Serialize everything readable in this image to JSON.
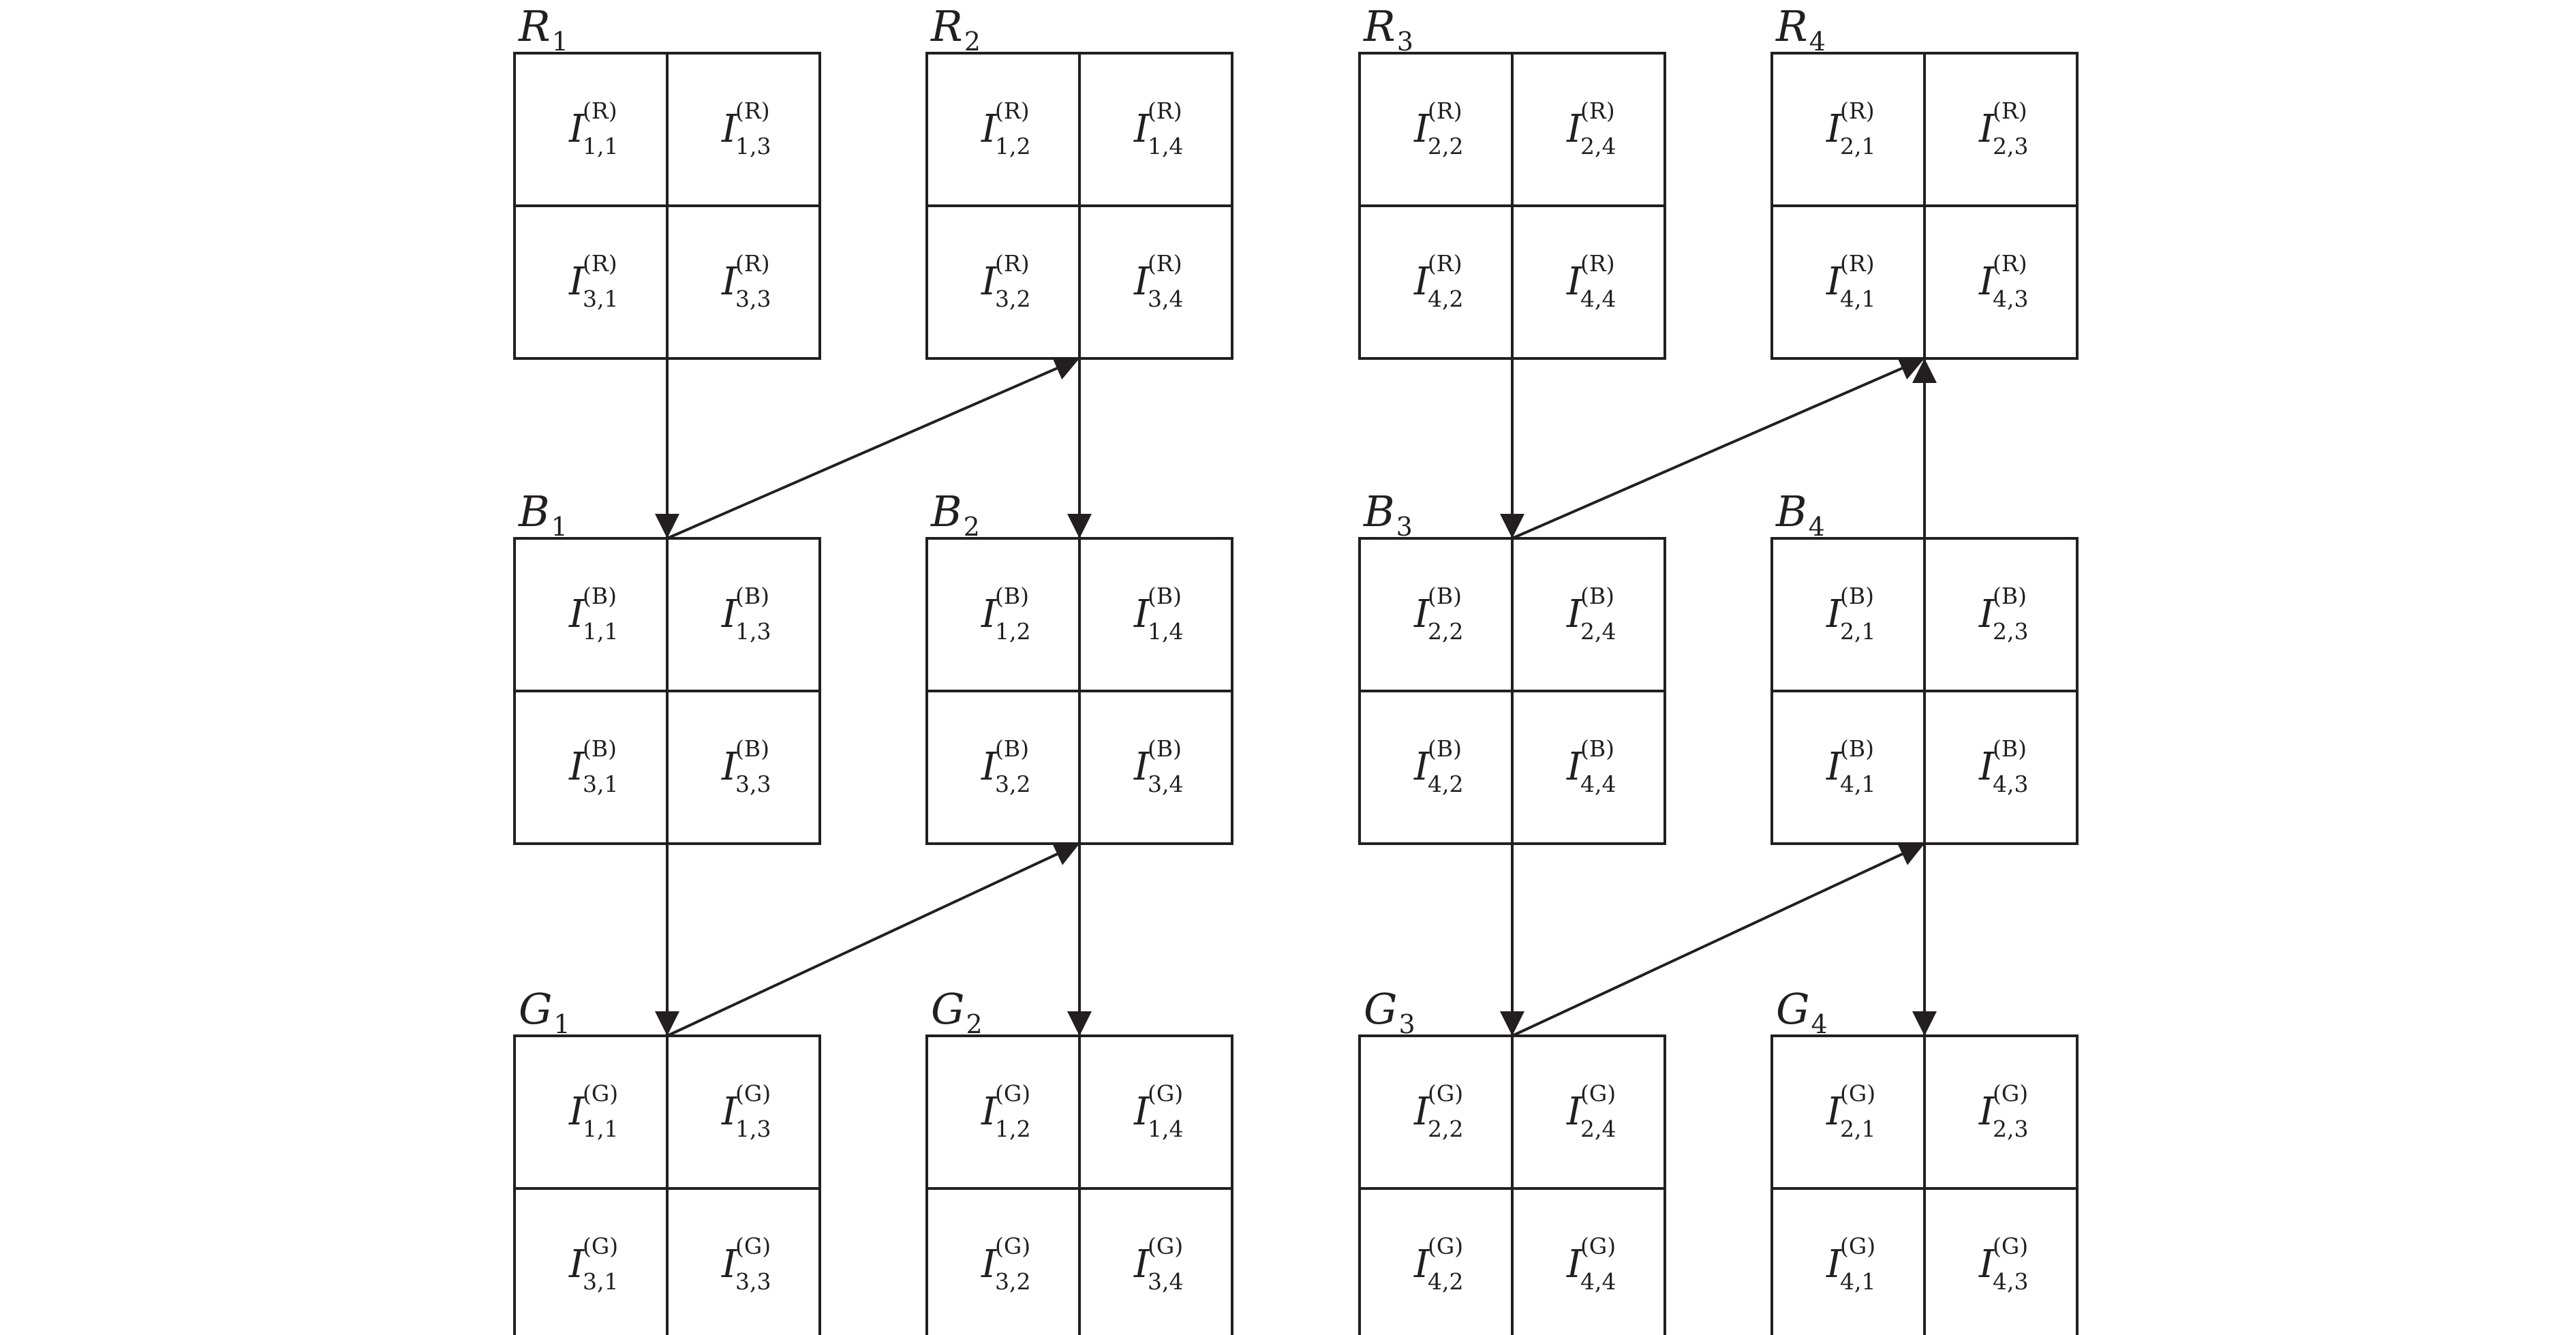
{
  "colors": {
    "ink": "#231f20",
    "background": "#ffffff"
  },
  "blocks": [
    {
      "id": "R1",
      "letter": "R",
      "sub": "1",
      "channel": "R",
      "cells": [
        {
          "i": "1,1",
          "sup": "(R)"
        },
        {
          "i": "1,3",
          "sup": "(R)"
        },
        {
          "i": "3,1",
          "sup": "(R)"
        },
        {
          "i": "3,3",
          "sup": "(R)"
        }
      ]
    },
    {
      "id": "R2",
      "letter": "R",
      "sub": "2",
      "channel": "R",
      "cells": [
        {
          "i": "1,2",
          "sup": "(R)"
        },
        {
          "i": "1,4",
          "sup": "(R)"
        },
        {
          "i": "3,2",
          "sup": "(R)"
        },
        {
          "i": "3,4",
          "sup": "(R)"
        }
      ]
    },
    {
      "id": "R3",
      "letter": "R",
      "sub": "3",
      "channel": "R",
      "cells": [
        {
          "i": "2,2",
          "sup": "(R)"
        },
        {
          "i": "2,4",
          "sup": "(R)"
        },
        {
          "i": "4,2",
          "sup": "(R)"
        },
        {
          "i": "4,4",
          "sup": "(R)"
        }
      ]
    },
    {
      "id": "R4",
      "letter": "R",
      "sub": "4",
      "channel": "R",
      "cells": [
        {
          "i": "2,1",
          "sup": "(R)"
        },
        {
          "i": "2,3",
          "sup": "(R)"
        },
        {
          "i": "4,1",
          "sup": "(R)"
        },
        {
          "i": "4,3",
          "sup": "(R)"
        }
      ]
    },
    {
      "id": "B1",
      "letter": "B",
      "sub": "1",
      "channel": "B",
      "cells": [
        {
          "i": "1,1",
          "sup": "(B)"
        },
        {
          "i": "1,3",
          "sup": "(B)"
        },
        {
          "i": "3,1",
          "sup": "(B)"
        },
        {
          "i": "3,3",
          "sup": "(B)"
        }
      ]
    },
    {
      "id": "B2",
      "letter": "B",
      "sub": "2",
      "channel": "B",
      "cells": [
        {
          "i": "1,2",
          "sup": "(B)"
        },
        {
          "i": "1,4",
          "sup": "(B)"
        },
        {
          "i": "3,2",
          "sup": "(B)"
        },
        {
          "i": "3,4",
          "sup": "(B)"
        }
      ]
    },
    {
      "id": "B3",
      "letter": "B",
      "sub": "3",
      "channel": "B",
      "cells": [
        {
          "i": "2,2",
          "sup": "(B)"
        },
        {
          "i": "2,4",
          "sup": "(B)"
        },
        {
          "i": "4,2",
          "sup": "(B)"
        },
        {
          "i": "4,4",
          "sup": "(B)"
        }
      ]
    },
    {
      "id": "B4",
      "letter": "B",
      "sub": "4",
      "channel": "B",
      "cells": [
        {
          "i": "2,1",
          "sup": "(B)"
        },
        {
          "i": "2,3",
          "sup": "(B)"
        },
        {
          "i": "4,1",
          "sup": "(B)"
        },
        {
          "i": "4,3",
          "sup": "(B)"
        }
      ]
    },
    {
      "id": "G1",
      "letter": "G",
      "sub": "1",
      "channel": "G",
      "cells": [
        {
          "i": "1,1",
          "sup": "(G)"
        },
        {
          "i": "1,3",
          "sup": "(G)"
        },
        {
          "i": "3,1",
          "sup": "(G)"
        },
        {
          "i": "3,3",
          "sup": "(G)"
        }
      ]
    },
    {
      "id": "G2",
      "letter": "G",
      "sub": "2",
      "channel": "G",
      "cells": [
        {
          "i": "1,2",
          "sup": "(G)"
        },
        {
          "i": "1,4",
          "sup": "(G)"
        },
        {
          "i": "3,2",
          "sup": "(G)"
        },
        {
          "i": "3,4",
          "sup": "(G)"
        }
      ]
    },
    {
      "id": "G3",
      "letter": "G",
      "sub": "3",
      "channel": "G",
      "cells": [
        {
          "i": "2,2",
          "sup": "(G)"
        },
        {
          "i": "2,4",
          "sup": "(G)"
        },
        {
          "i": "4,2",
          "sup": "(G)"
        },
        {
          "i": "4,4",
          "sup": "(G)"
        }
      ]
    },
    {
      "id": "G4",
      "letter": "G",
      "sub": "4",
      "channel": "G",
      "cells": [
        {
          "i": "2,1",
          "sup": "(G)"
        },
        {
          "i": "2,3",
          "sup": "(G)"
        },
        {
          "i": "4,1",
          "sup": "(G)"
        },
        {
          "i": "4,3",
          "sup": "(G)"
        }
      ]
    }
  ],
  "arrows": [
    {
      "from": "R1",
      "to": "B1"
    },
    {
      "from": "B1",
      "to": "R2"
    },
    {
      "from": "R2",
      "to": "B2"
    },
    {
      "from": "B1",
      "to": "G1"
    },
    {
      "from": "G1",
      "to": "B2"
    },
    {
      "from": "B2",
      "to": "G2"
    },
    {
      "from": "R3",
      "to": "B3"
    },
    {
      "from": "B3",
      "to": "R4"
    },
    {
      "from": "B4",
      "to": "R4"
    },
    {
      "from": "B3",
      "to": "G3"
    },
    {
      "from": "G3",
      "to": "B4"
    },
    {
      "from": "B4",
      "to": "G4"
    }
  ]
}
